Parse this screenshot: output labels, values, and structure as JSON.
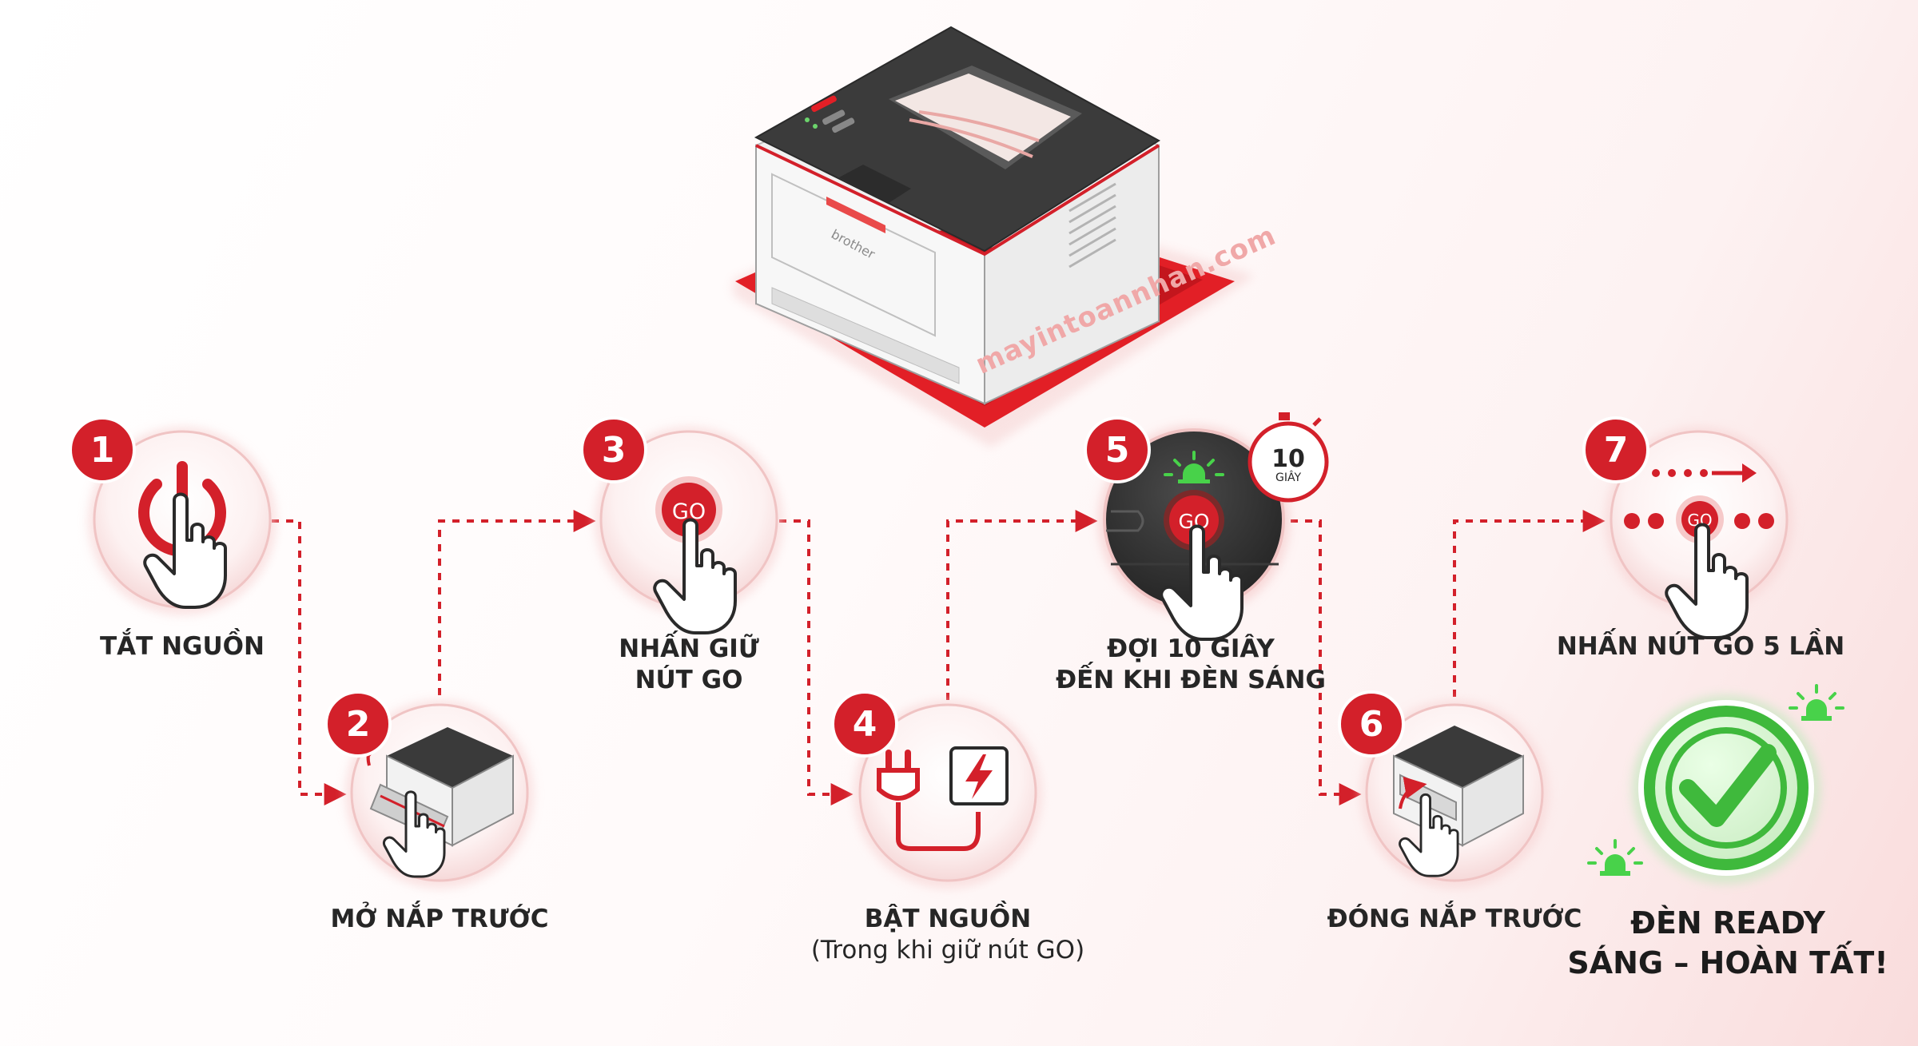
{
  "watermark": "mayintoannhan.com",
  "printer_brand": "brother",
  "colors": {
    "accent": "#d3202a",
    "ready_green": "#3fb93c",
    "ink": "#262626"
  },
  "button_text": "GO",
  "timer": {
    "value": "10",
    "unit": "GIÂY"
  },
  "steps": [
    {
      "number": "1",
      "icon": "power-icon",
      "lines": [
        "TẮT NGUỒN"
      ]
    },
    {
      "number": "2",
      "icon": "open-cover-printer-icon",
      "lines": [
        "MỞ NẮP TRƯỚC"
      ]
    },
    {
      "number": "3",
      "icon": "press-go-button-icon",
      "lines": [
        "NHẤN GIỮ",
        "NÚT GO"
      ]
    },
    {
      "number": "4",
      "icon": "power-plug-icon",
      "lines": [
        "BẬT NGUỒN",
        "(Trong khi giữ nút GO)"
      ]
    },
    {
      "number": "5",
      "icon": "go-button-light-icon",
      "lines": [
        "ĐỢI 10 GIÂY",
        "ĐẾN KHI ĐÈN SÁNG"
      ]
    },
    {
      "number": "6",
      "icon": "close-cover-printer-icon",
      "lines": [
        "ĐÓNG NẮP TRƯỚC"
      ]
    },
    {
      "number": "7",
      "icon": "press-go-five-times-icon",
      "lines": [
        "NHẤN NÚT GO 5 LẦN"
      ]
    }
  ],
  "final": {
    "icon": "check-icon",
    "lines": [
      "ĐÈN READY",
      "SÁNG – HOÀN TẤT!"
    ]
  }
}
